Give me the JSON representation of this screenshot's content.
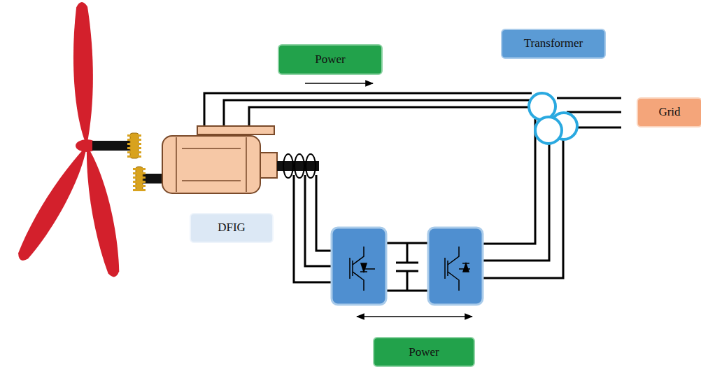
{
  "diagram": {
    "nodes": [
      {
        "text": [
          "Power"
        ]
      },
      {
        "text": [
          "Transformer"
        ]
      },
      {
        "text": [
          "Grid"
        ]
      },
      {
        "text": [
          "DFIG"
        ]
      },
      {
        "text": [
          "Power"
        ]
      }
    ]
  }
}
